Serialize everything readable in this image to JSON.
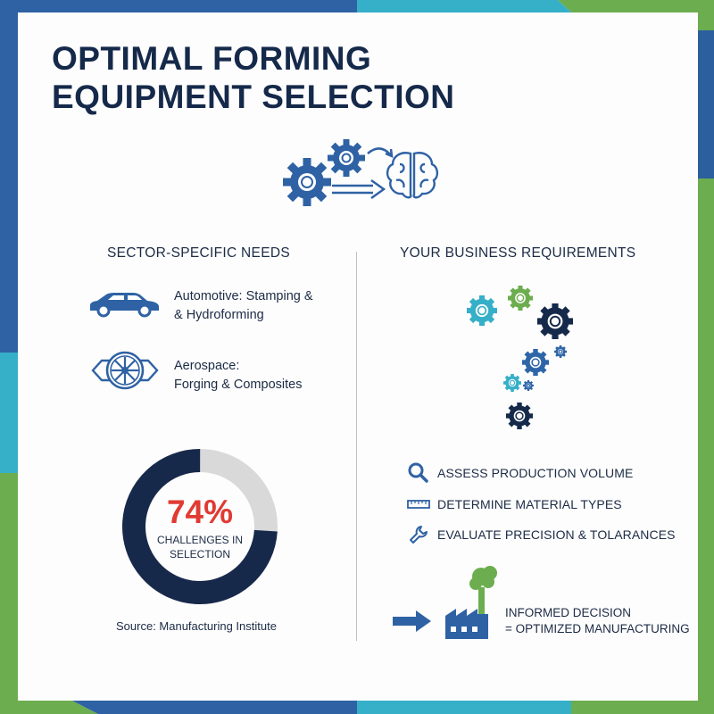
{
  "title": {
    "line1": "OPTIMAL FORMING",
    "line2": "EQUIPMENT SELECTION"
  },
  "left": {
    "heading": "SECTOR-SPECIFIC NEEDS",
    "sectors": [
      {
        "icon": "car-icon",
        "lines": [
          "Automotive: Stamping &",
          "& Hydroforming"
        ]
      },
      {
        "icon": "jet-engine-icon",
        "lines": [
          "Aerospace:",
          "Forging & Composites"
        ]
      }
    ],
    "stat": {
      "value": "74%",
      "label": "CHALLENGES IN\nSELECTION",
      "fraction": 0.74
    },
    "source": "Source: Manufacturing Institute"
  },
  "right": {
    "heading": "YOUR BUSINESS REQUIREMENTS",
    "requirements": [
      {
        "icon": "magnifier-icon",
        "text": "ASSESS PRODUCTION VOLUME"
      },
      {
        "icon": "ruler-icon",
        "text": "DETERMINE MATERIAL TYPES"
      },
      {
        "icon": "wrench-icon",
        "text": "EVALUATE PRECISION & TOLARANCES"
      }
    ],
    "decision": {
      "line1": "INFORMED DECISION",
      "line2": "= OPTIMIZED MANUFACTURING"
    }
  },
  "colors": {
    "navy": "#15294a",
    "blue": "#2f66a8",
    "teal": "#36afc8",
    "green": "#6cad4f",
    "red": "#e03a32",
    "grey": "#d9d9d9"
  }
}
